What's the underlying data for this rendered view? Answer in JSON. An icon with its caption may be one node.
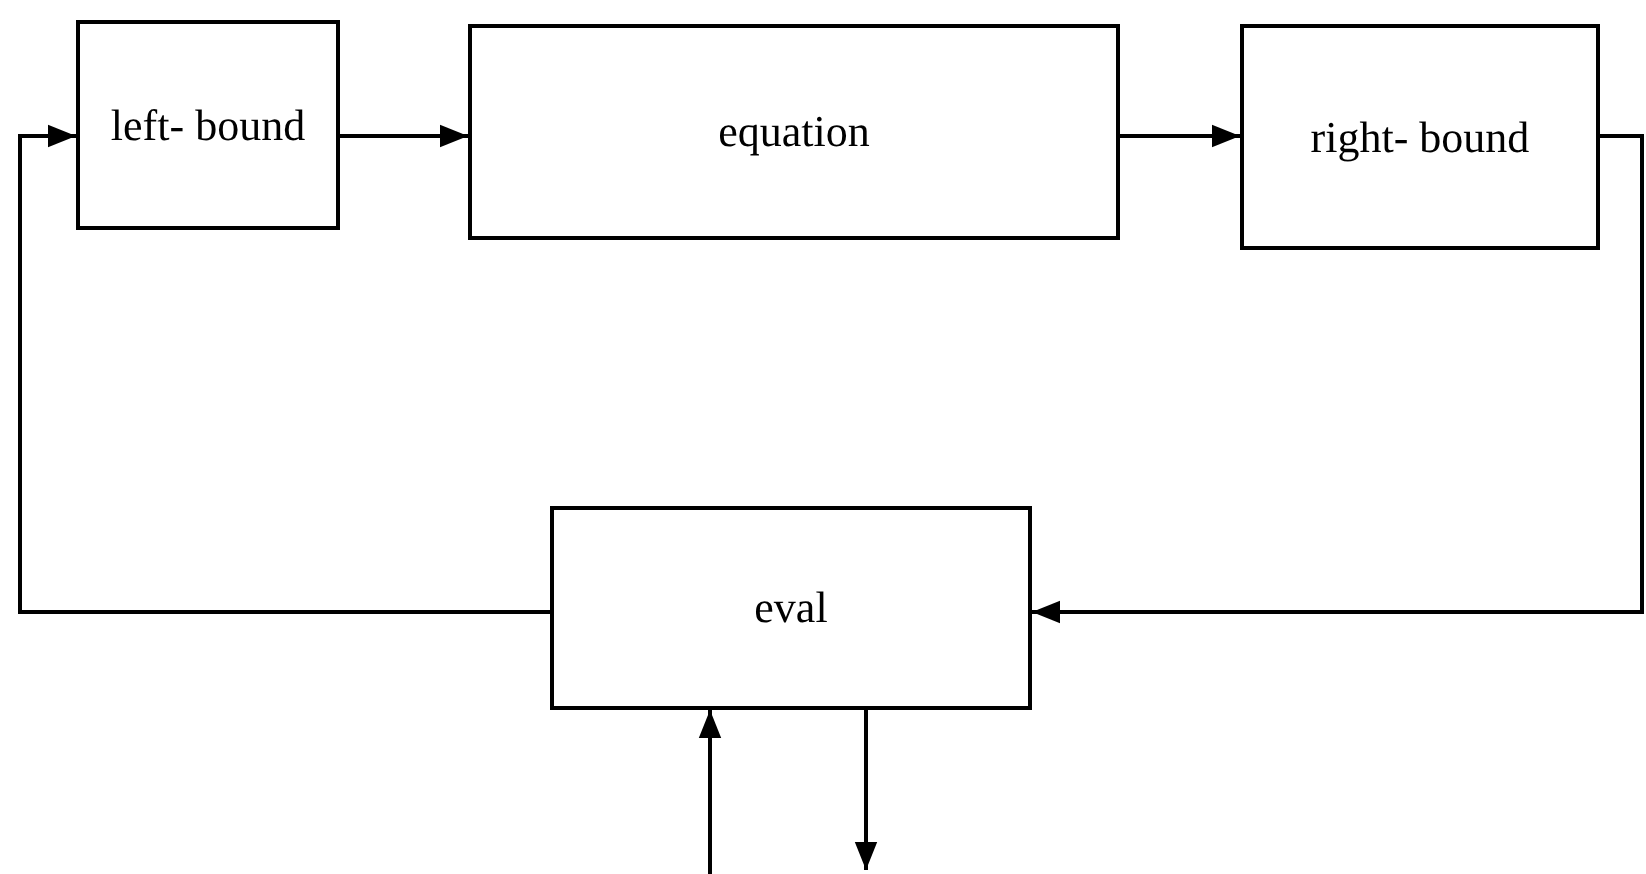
{
  "diagram": {
    "nodes": [
      {
        "text": [
          "left- bound"
        ]
      },
      {
        "text": [
          "equation"
        ]
      },
      {
        "text": [
          "right- bound"
        ]
      },
      {
        "text": [
          "eval"
        ]
      }
    ],
    "edges": [
      {
        "from": 0,
        "to": 1,
        "arrow": "to"
      },
      {
        "from": 1,
        "to": 2,
        "arrow": "to"
      },
      {
        "from": 2,
        "to": 3,
        "arrow": "to"
      },
      {
        "from": 3,
        "to": 0,
        "arrow": "to"
      },
      {
        "from": null,
        "to": 3,
        "arrow": "to"
      },
      {
        "from": 3,
        "to": null,
        "arrow": "to"
      }
    ]
  }
}
